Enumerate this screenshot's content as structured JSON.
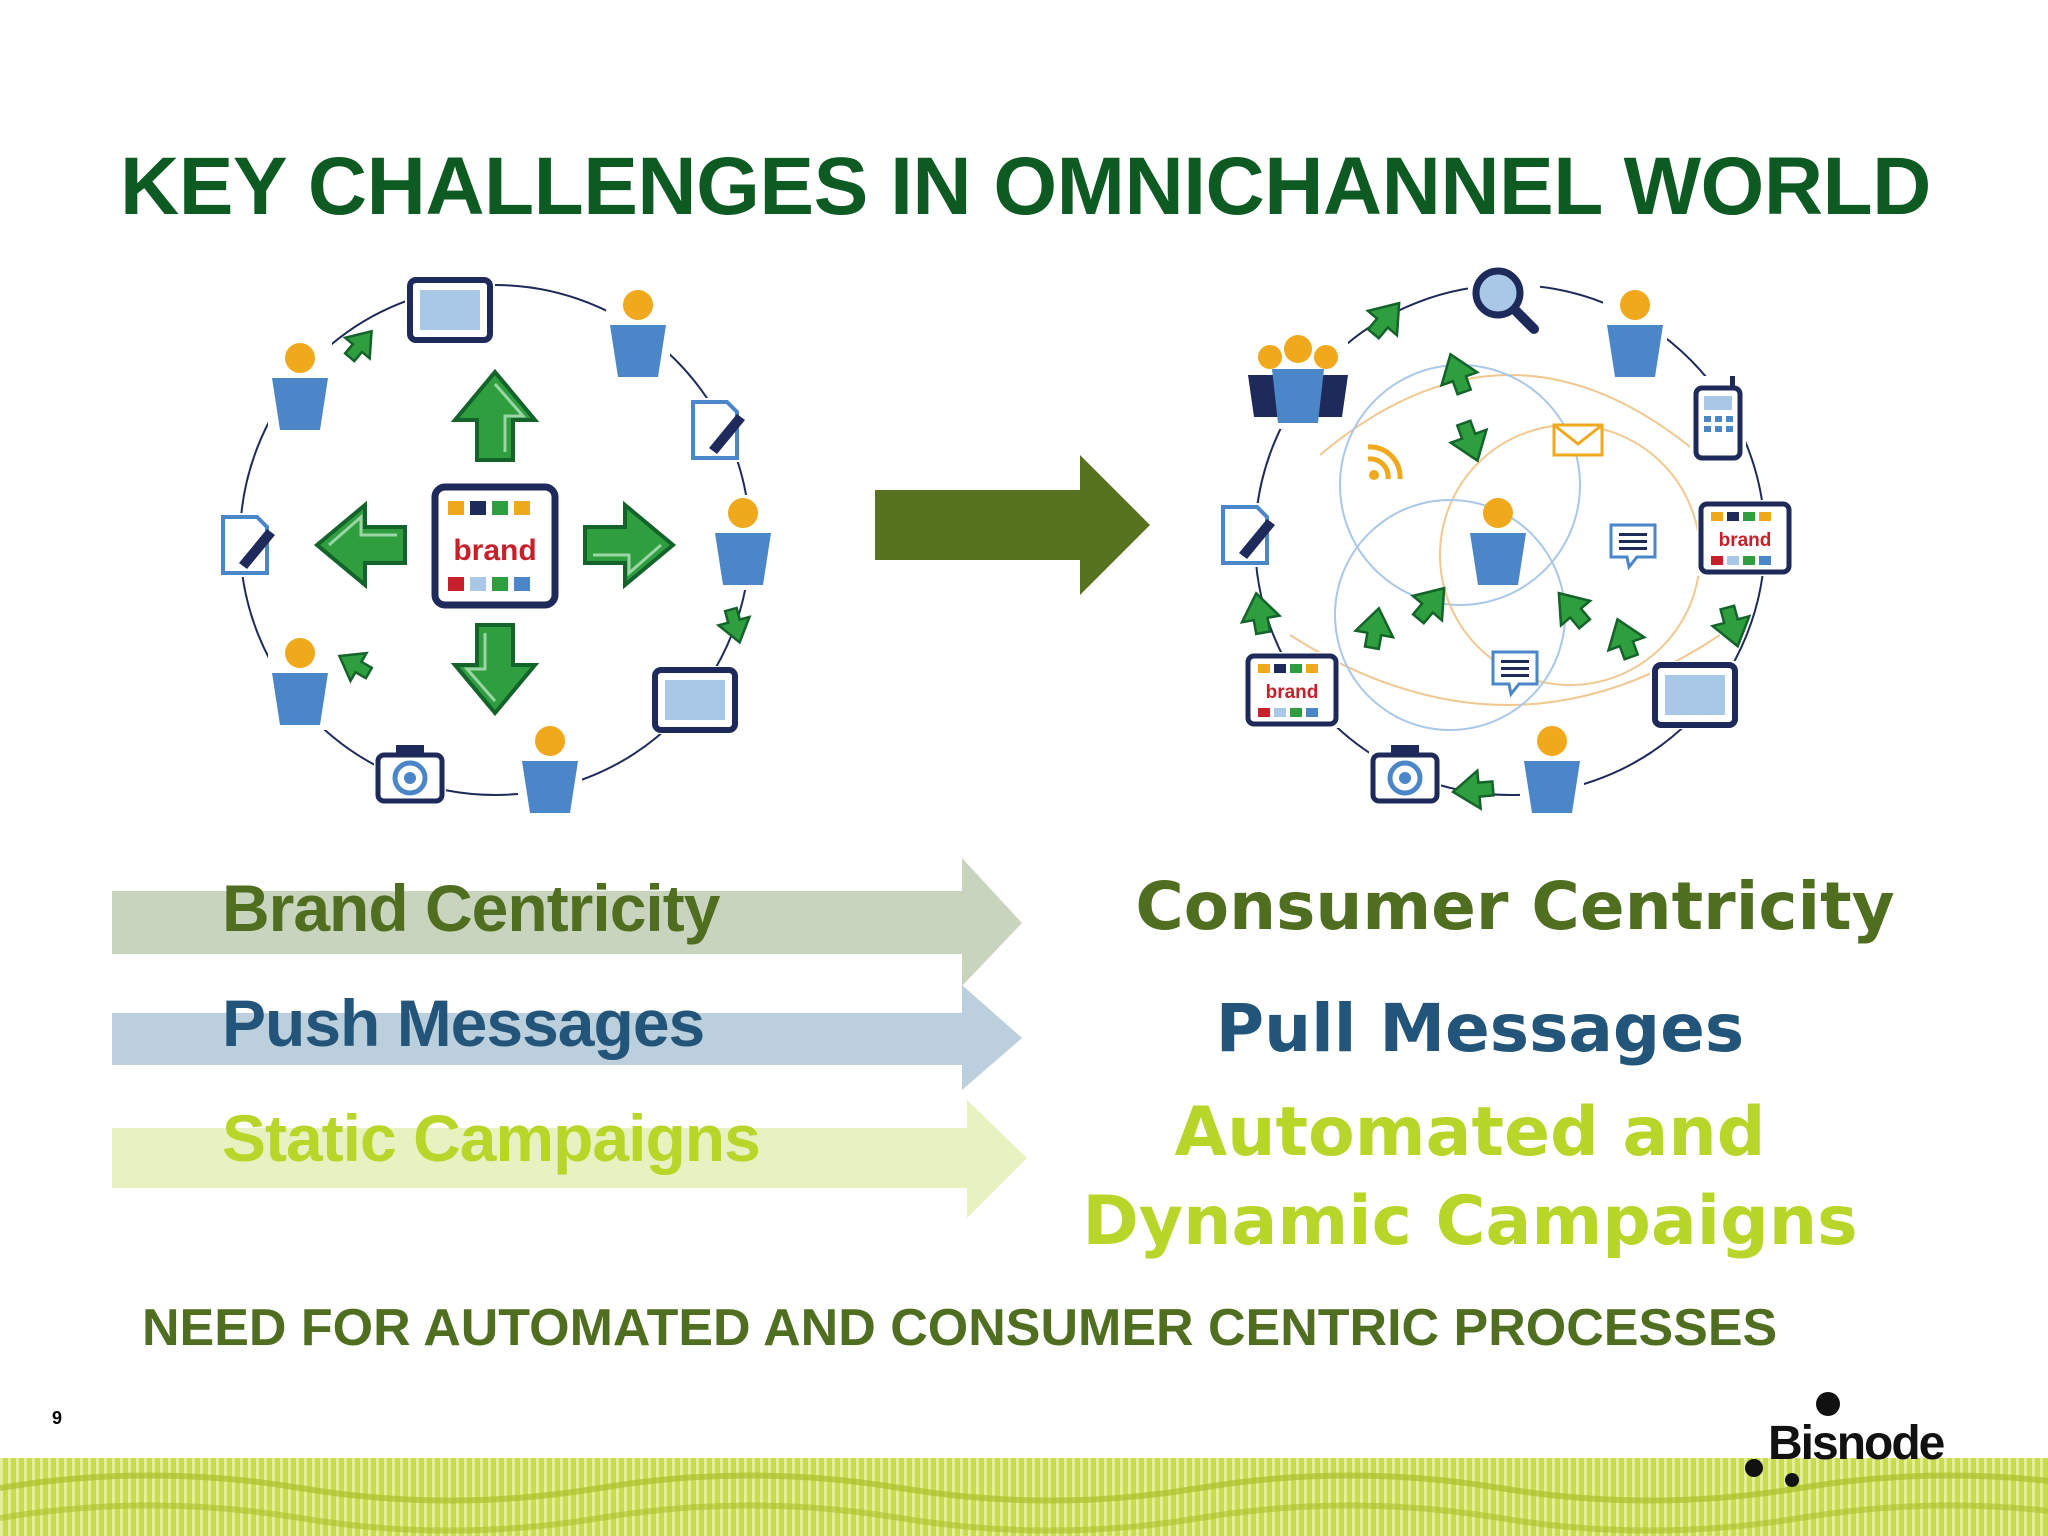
{
  "slide": {
    "title": "KEY CHALLENGES IN OMNICHANNEL WORLD",
    "page_number": "9",
    "conclusion": "NEED FOR AUTOMATED AND CONSUMER CENTRIC PROCESSES",
    "logo_text": "Bisnode"
  },
  "diagrams": {
    "left_center_label": "brand",
    "right_brand_label": "brand"
  },
  "comparisons": [
    {
      "from": "Brand Centricity",
      "to": "Consumer Centricity"
    },
    {
      "from": "Push Messages",
      "to": "Pull Messages"
    },
    {
      "from": "Static Campaigns",
      "to_line1": "Automated and",
      "to_line2": "Dynamic Campaigns"
    }
  ],
  "colors": {
    "title": "#0d5a23",
    "dark_green": "#4f6e1f",
    "blue": "#23557a",
    "lime": "#b8d52a",
    "arrow_green": "#58731f",
    "icon_green": "#2e9e3e",
    "person_blue": "#4a86c8",
    "person_head": "#f0a81c",
    "navy": "#1e2a5a"
  },
  "icons": [
    "person-icon",
    "tablet-icon",
    "document-pen-icon",
    "camera-icon",
    "magnifier-icon",
    "phone-icon",
    "rss-icon",
    "envelope-icon",
    "chat-bubble-icon",
    "group-icon",
    "arrow-icon"
  ]
}
